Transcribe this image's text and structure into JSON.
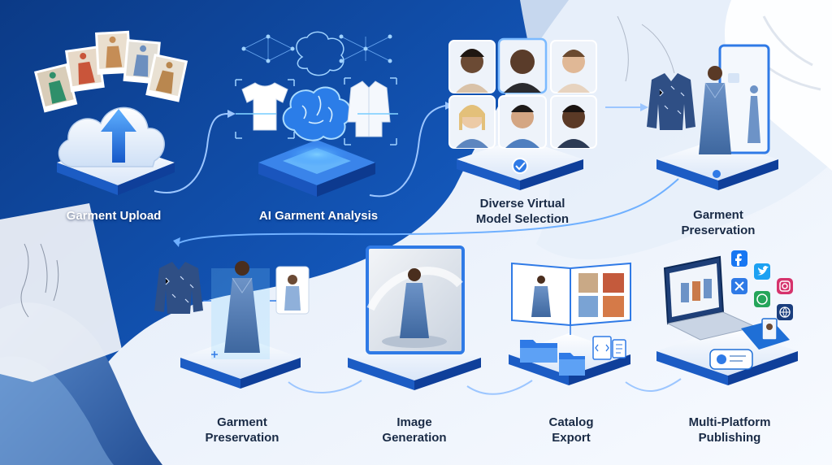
{
  "steps": [
    {
      "id": "garment-upload",
      "lines": [
        "Garment Upload"
      ]
    },
    {
      "id": "ai-garment-analysis",
      "lines": [
        "AI Garment Analysis"
      ]
    },
    {
      "id": "model-selection",
      "lines": [
        "Diverse Virtual",
        "Model Selection"
      ]
    },
    {
      "id": "garment-preservation-top",
      "lines": [
        "Garment",
        "Preservation"
      ]
    },
    {
      "id": "garment-preservation-bottom",
      "lines": [
        "Garment",
        "Preservation"
      ]
    },
    {
      "id": "image-generation",
      "lines": [
        "Image",
        "Generation"
      ]
    },
    {
      "id": "catalog-export",
      "lines": [
        "Catalog",
        "Export"
      ]
    },
    {
      "id": "multi-platform-publishing",
      "lines": [
        "Multi-Platform",
        "Publishing"
      ]
    }
  ],
  "colors": {
    "deep_blue": "#0d3d8c",
    "mid_blue": "#1f6fd6",
    "accent": "#2e8cff",
    "light_panel": "#f3f7fd",
    "platform_top": "#e9f1fc",
    "platform_edge": "#1e5fc8",
    "label_dark": "#1a2b46"
  },
  "icons": [
    "cloud-upload-icon",
    "brain-icon",
    "tshirt-icon",
    "shirt-icon",
    "checkmark-icon",
    "folder-icon",
    "document-icon",
    "laptop-icon",
    "tablet-icon",
    "phone-icon",
    "facebook-icon",
    "twitter-icon",
    "x-icon",
    "instagram-icon",
    "whatsapp-icon",
    "globe-icon"
  ]
}
